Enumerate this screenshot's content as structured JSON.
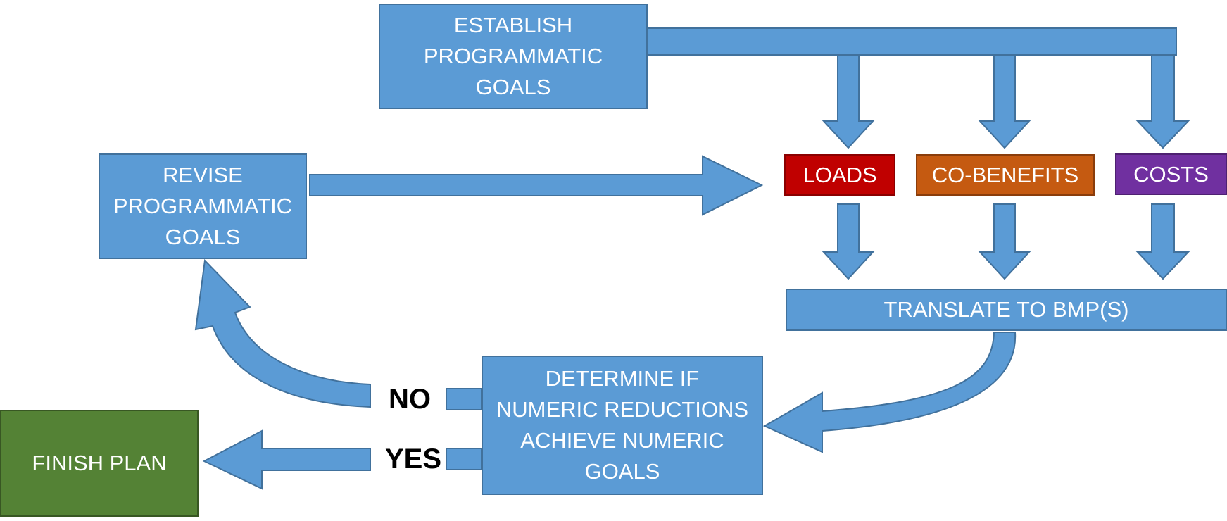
{
  "nodes": {
    "establish": "ESTABLISH\nPROGRAMMATIC\nGOALS",
    "revise": "REVISE\nPROGRAMMATIC\nGOALS",
    "loads": "LOADS",
    "co_benefits": "CO-BENEFITS",
    "costs": "COSTS",
    "translate": "TRANSLATE TO BMP(S)",
    "determine": "DETERMINE IF\nNUMERIC REDUCTIONS\nACHIEVE NUMERIC\nGOALS",
    "finish": "FINISH PLAN"
  },
  "labels": {
    "no": "NO",
    "yes": "YES"
  },
  "colors": {
    "arrow": "#5b9bd5",
    "arrow_border": "#41719c",
    "box_blue": "#5b9bd5",
    "loads": "#c00000",
    "co_benefits": "#c55a11",
    "costs": "#7030a0",
    "finish": "#548235"
  }
}
